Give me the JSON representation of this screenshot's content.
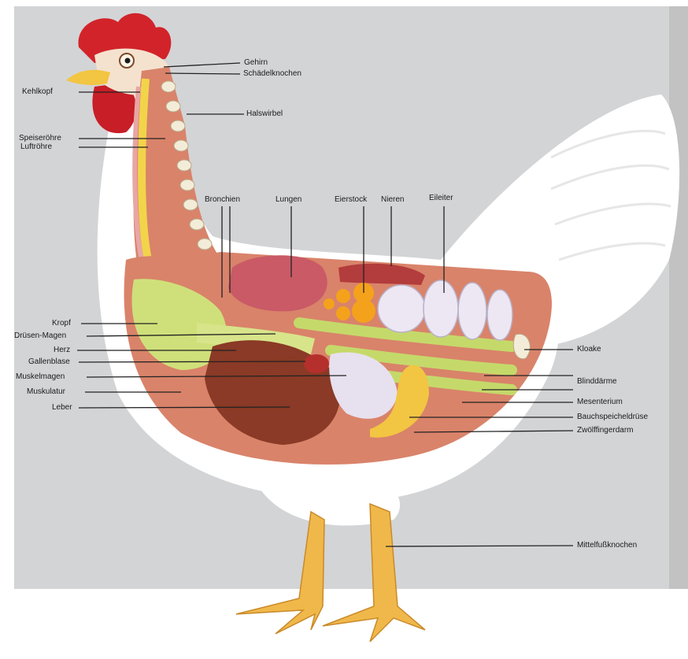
{
  "labels": {
    "gehirn": "Gehirn",
    "schaedelknochen": "Schädelknochen",
    "kehlkopf": "Kehlkopf",
    "halswirbel": "Halswirbel",
    "speiseroehre": "Speiseröhre",
    "luftroehre": "Luftröhre",
    "bronchien": "Bronchien",
    "lungen": "Lungen",
    "eierstock": "Eierstock",
    "nieren": "Nieren",
    "eileiter": "Eileiter",
    "kropf": "Kropf",
    "druesenmagen": "Drüsen-Magen",
    "herz": "Herz",
    "gallenblase": "Gallenblase",
    "muskelmagen": "Muskelmagen",
    "muskulatur": "Muskulatur",
    "leber": "Leber",
    "kloake": "Kloake",
    "blinddaerme": "Blinddärme",
    "mesenterium": "Mesenterium",
    "bauchspeicheldruese": "Bauchspeicheldrüse",
    "zwoelffingerdarm": "Zwölffingerdarm",
    "mittelfussknochen": "Mittelfußknochen"
  },
  "colors": {
    "background_gray": "#d3d4d6",
    "feather_white": "#ffffff",
    "comb_red": "#d2232a",
    "flesh": "#d9836a",
    "beak_yellow": "#f2c542",
    "leg_yellow": "#f0b84a",
    "gut_green": "#c5d96a",
    "lung_pink": "#c95a66",
    "liver_brown": "#8a3a26",
    "oviduct_lilac": "#e9e3f0",
    "ovary_orange": "#f4a21c",
    "leader_line": "#222222"
  }
}
